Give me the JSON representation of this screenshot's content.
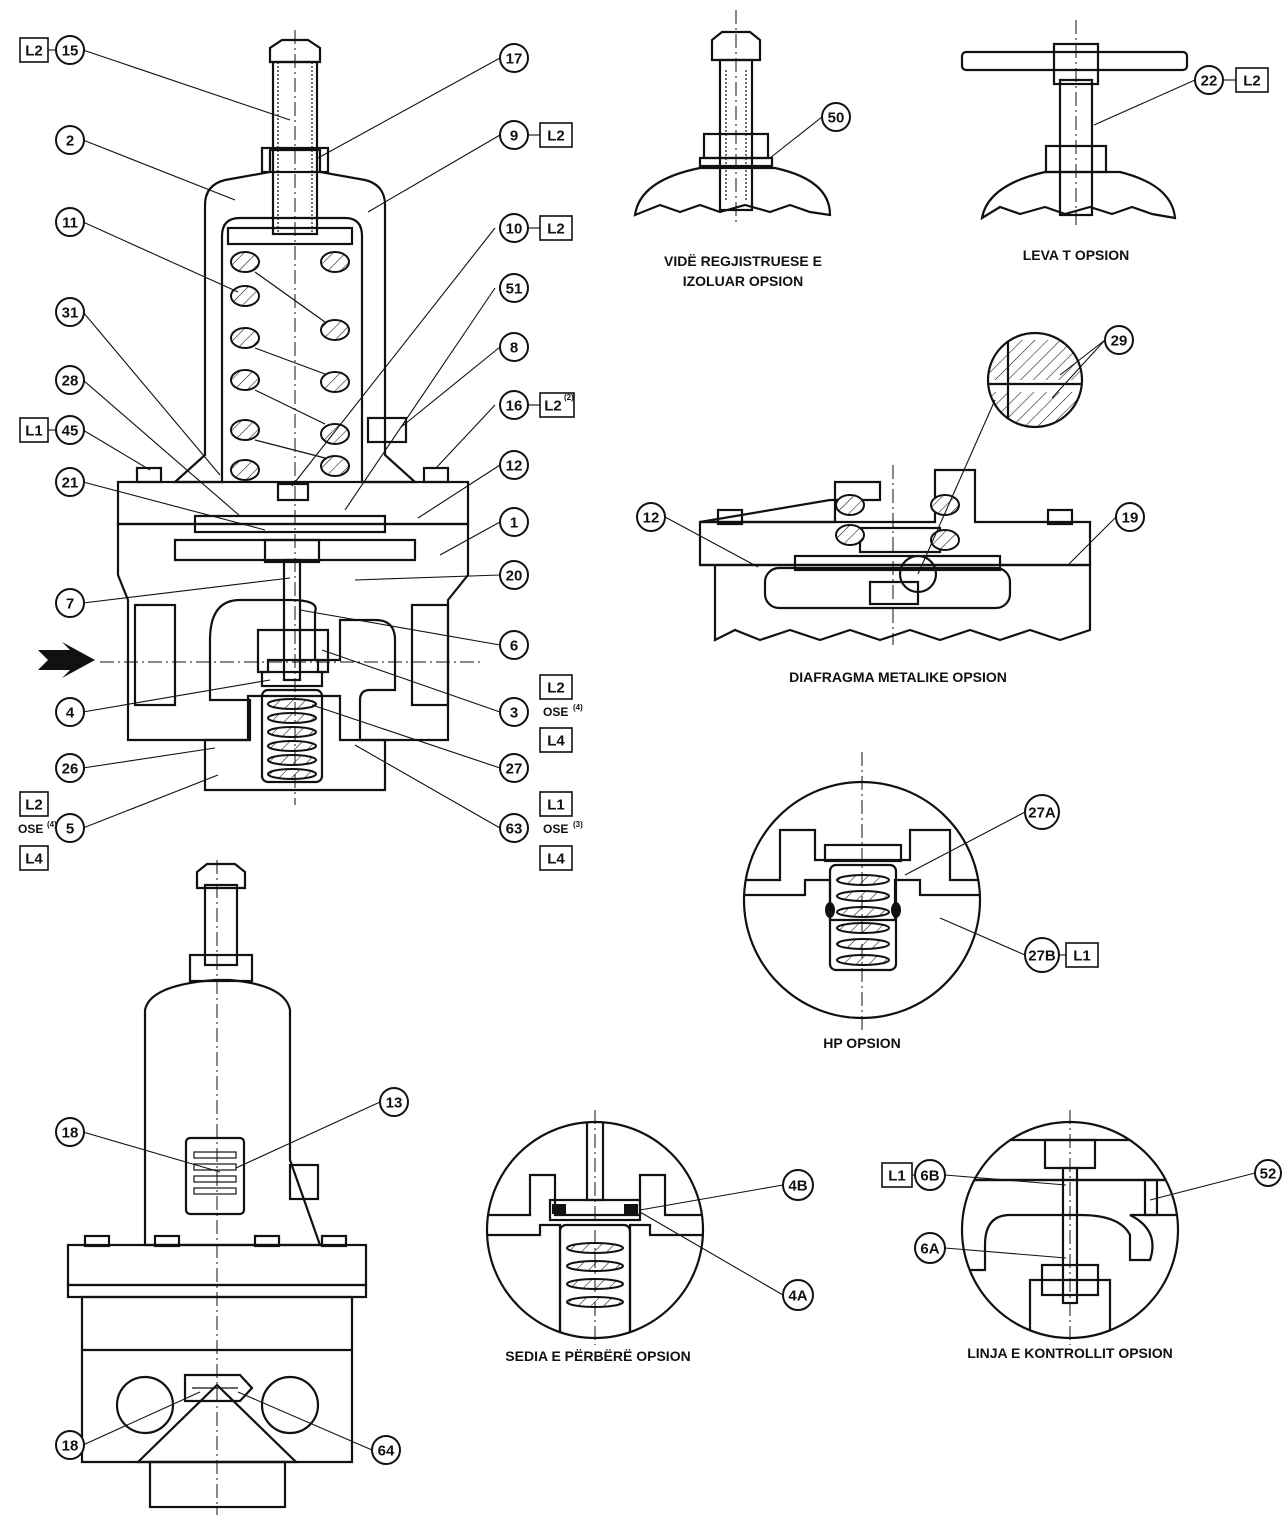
{
  "callouts": {
    "c1": "1",
    "c2": "2",
    "c3": "3",
    "c4": "4",
    "c5": "5",
    "c6": "6",
    "c7": "7",
    "c8": "8",
    "c9": "9",
    "c10": "10",
    "c11": "11",
    "c12": "12",
    "c12b": "12",
    "c13": "13",
    "c15": "15",
    "c16": "16",
    "c17": "17",
    "c18a": "18",
    "c18b": "18",
    "c19": "19",
    "c20": "20",
    "c21": "21",
    "c22": "22",
    "c26": "26",
    "c27": "27",
    "c27a": "27A",
    "c27b": "27B",
    "c28": "28",
    "c29": "29",
    "c31": "31",
    "c45": "45",
    "c50": "50",
    "c51": "51",
    "c52": "52",
    "c63": "63",
    "c64": "64",
    "c4a": "4A",
    "c4b": "4B",
    "c6a": "6A",
    "c6b": "6B"
  },
  "levels": {
    "l2_15": "L2",
    "l2_9": "L2",
    "l2_10": "L2",
    "l2_16": "L2",
    "l1_45": "L1",
    "l2_3": "L2",
    "l4_3": "L4",
    "l2_5": "L2",
    "l4_5": "L4",
    "l1_63": "L1",
    "l4_63": "L4",
    "l2_22": "L2",
    "l1_27b": "L1",
    "l1_6b": "L1"
  },
  "notes": {
    "sup2": "(2)",
    "or3": "OSE",
    "sup3": "(4)",
    "or5": "OSE",
    "sup5": "(4)",
    "or63": "OSE",
    "sup63": "(3)"
  },
  "captions": {
    "insulated_1": "VIDË REGJISTRUESE E",
    "insulated_2": "IZOLUAR OPSION",
    "tbar": "LEVA T OPSION",
    "metal_diaphragm": "DIAFRAGMA METALIKE OPSION",
    "hp": "HP OPSION",
    "composite_seat": "SEDIA E PËRBËRË OPSION",
    "control_line": "LINJA E KONTROLLIT OPSION"
  }
}
